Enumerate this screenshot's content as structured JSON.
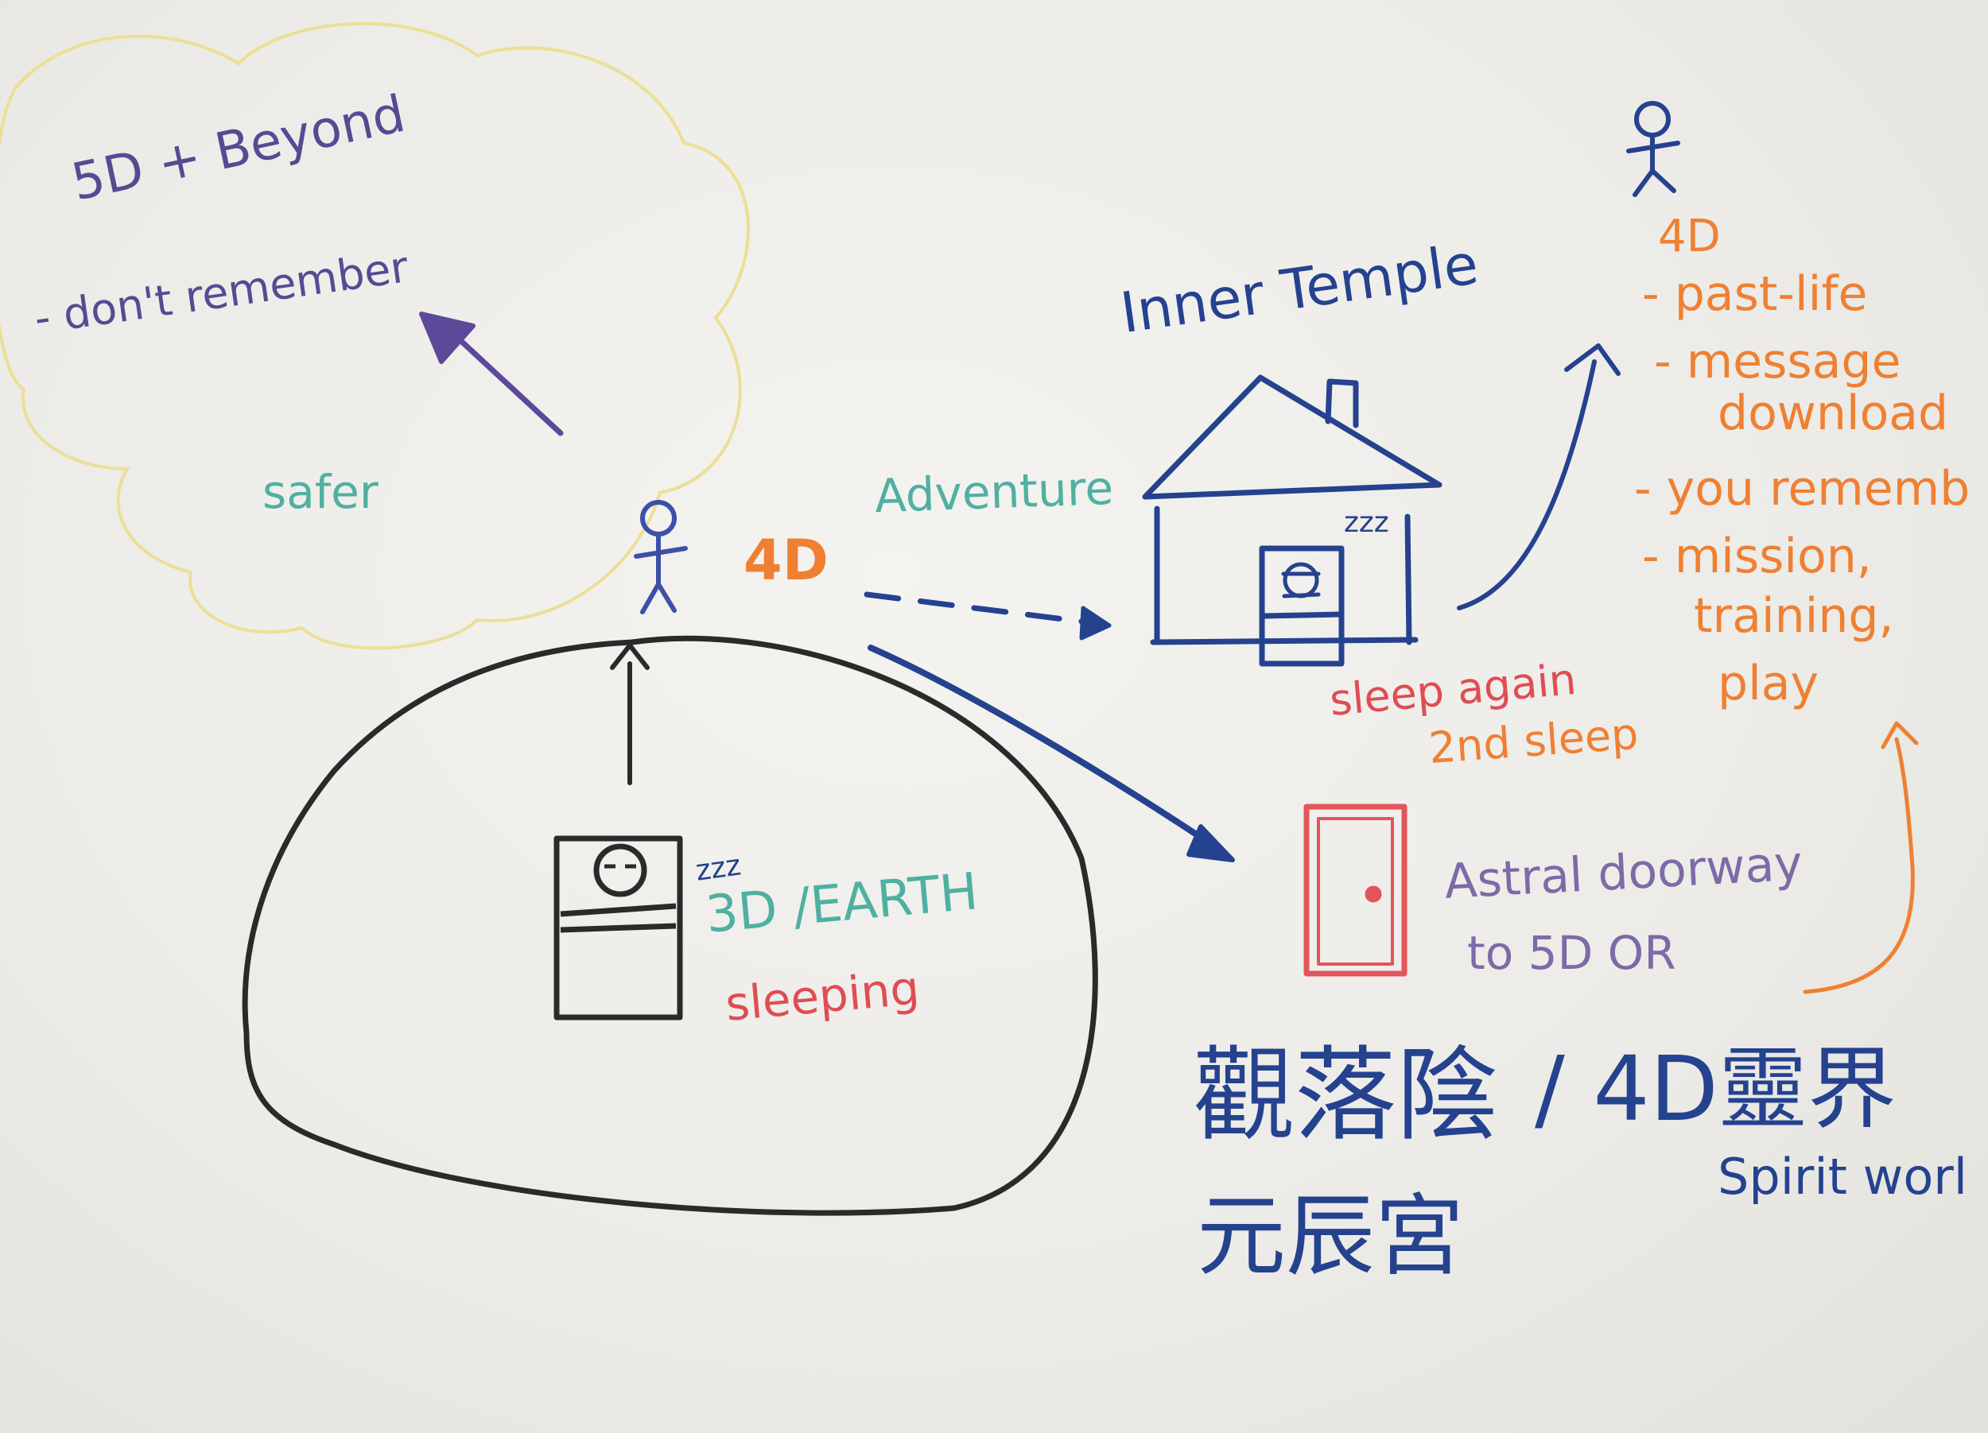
{
  "colors": {
    "purple": "#574a93",
    "teal": "#4fb0a2",
    "orange": "#ef8032",
    "blue": "#25428f",
    "red": "#df4d52",
    "black": "#2a2a2a",
    "cloud_yellow": "#ecdf95"
  },
  "cloud": {
    "title": "5D + Beyond",
    "note": "- don't remember",
    "label": "safer"
  },
  "earth": {
    "label": "3D /EARTH",
    "status": "sleeping",
    "zzz": "zzz"
  },
  "astral_traveler": {
    "label": "4D",
    "path_label": "Adventure"
  },
  "temple": {
    "title": "Inner Temple",
    "zzz": "zzz",
    "caption_1": "sleep again",
    "caption_2": "2nd sleep"
  },
  "four_d": {
    "label": "4D",
    "items": [
      "- past-life",
      "- message",
      "download",
      "- you rememb",
      "- mission,",
      "training,",
      "play"
    ]
  },
  "door": {
    "line_1": "Astral doorway",
    "line_2": "to 5D  OR"
  },
  "chinese": {
    "line_1": "觀落陰",
    "line_2": "元辰宮",
    "spirit_world": "/ 4D靈界",
    "spirit_world_en": "Spirit worl"
  }
}
